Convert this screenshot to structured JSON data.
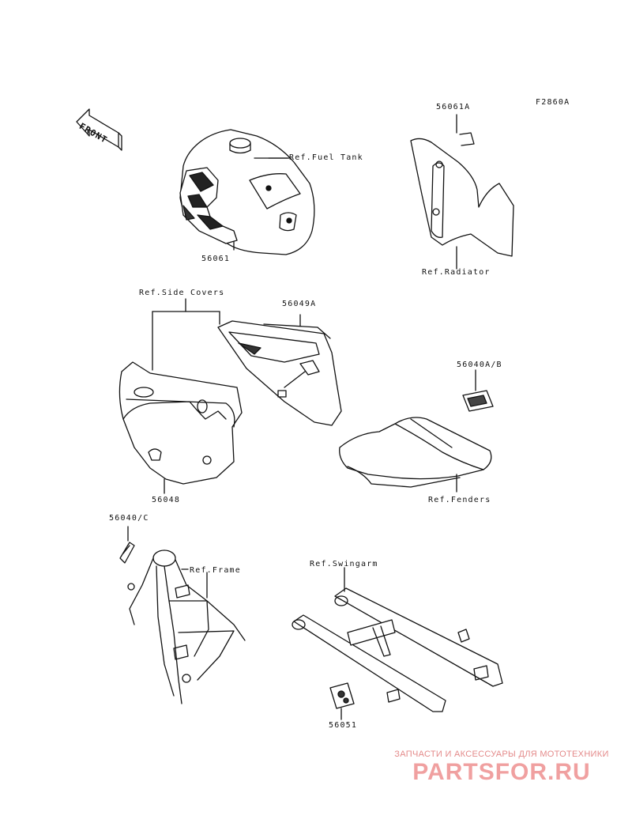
{
  "diagram": {
    "code": "F2860A",
    "front_badge": "FRONT",
    "labels": {
      "fuel_tank_ref": "Ref.Fuel Tank",
      "part_56061": "56061",
      "part_56061a": "56061A",
      "radiator_ref": "Ref.Radiator",
      "side_covers_ref": "Ref.Side Covers",
      "part_56049a": "56049A",
      "part_56048": "56048",
      "part_56040ab": "56040A/B",
      "fenders_ref": "Ref.Fenders",
      "part_56040c": "56040/C",
      "frame_ref": "Ref.Frame",
      "swingarm_ref": "Ref.Swingarm",
      "part_56051": "56051"
    }
  },
  "watermark": {
    "tagline": "ЗАПЧАСТИ И АКСЕССУАРЫ ДЛЯ МОТОТЕХНИКИ",
    "logo": "PARTSFOR.RU"
  }
}
